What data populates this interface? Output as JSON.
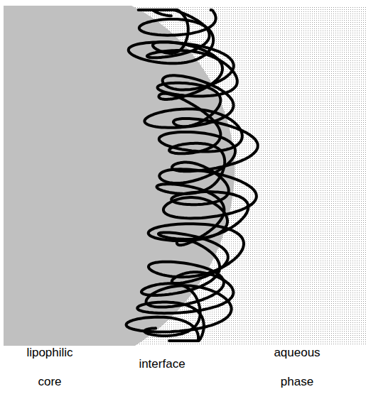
{
  "diagram": {
    "labels": [
      "lipophilic core",
      "interface",
      "aqueous phase"
    ]
  }
}
